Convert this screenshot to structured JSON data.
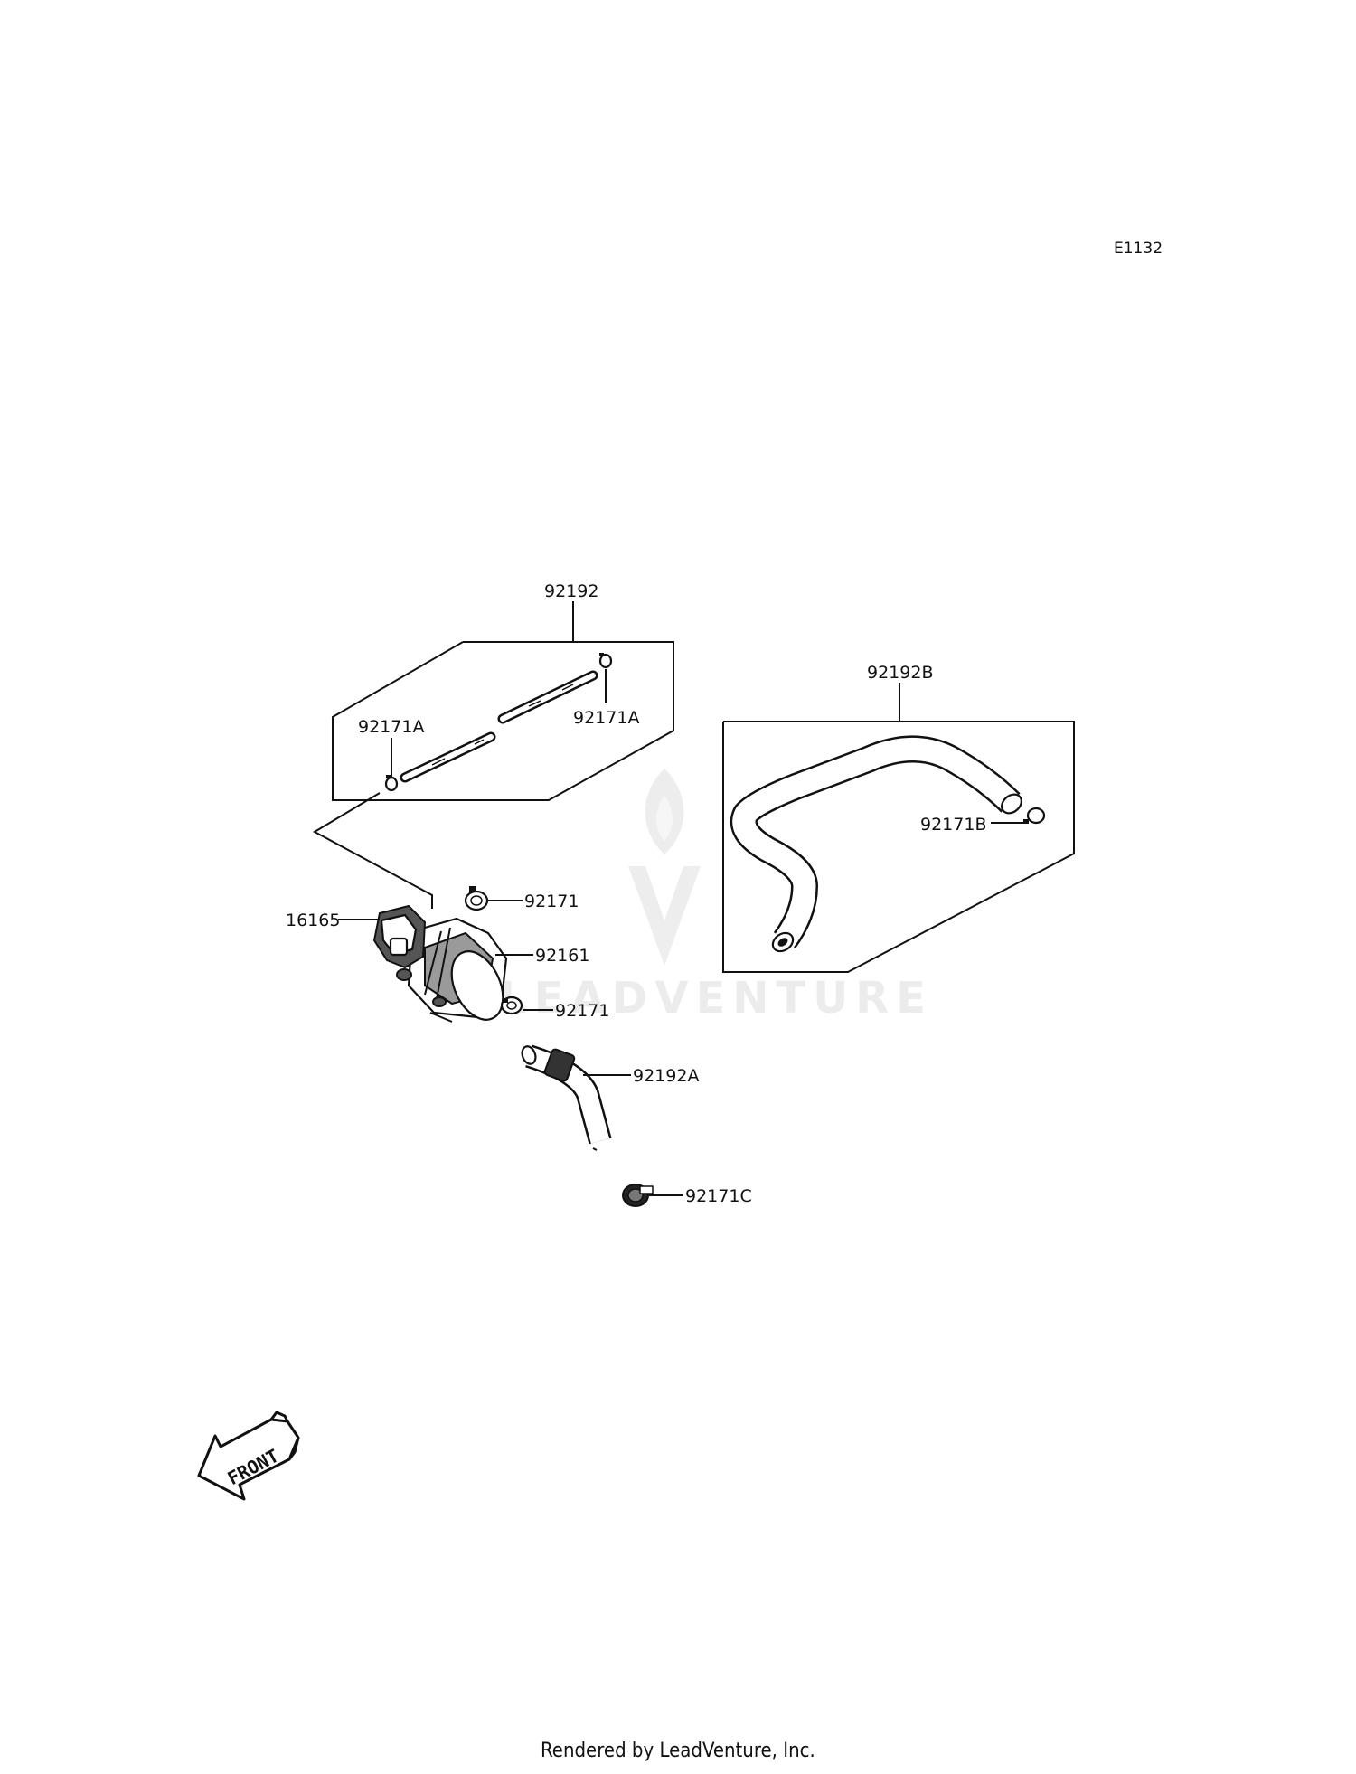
{
  "diagram_code": "E1132",
  "callouts": {
    "p92192": "92192",
    "p92171A_left": "92171A",
    "p92171A_right": "92171A",
    "p92192B": "92192B",
    "p92171B": "92171B",
    "p92171_upper": "92171",
    "p16165": "16165",
    "p92161": "92161",
    "p92171_lower": "92171",
    "p92192A": "92192A",
    "p92171C": "92171C"
  },
  "front_arrow": {
    "text": "FRONT"
  },
  "watermark": {
    "text": "LEADVENTURE"
  },
  "footer": {
    "text": "Rendered by LeadVenture, Inc."
  }
}
